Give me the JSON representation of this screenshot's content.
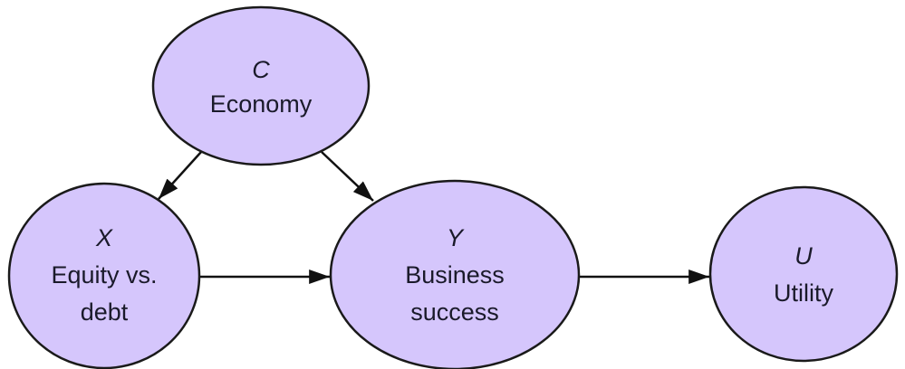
{
  "colors": {
    "node_fill": "#d5c6fc",
    "stroke": "#1a1a1a"
  },
  "nodes": {
    "C": {
      "symbol": "C",
      "lines": [
        "Economy"
      ]
    },
    "X": {
      "symbol": "X",
      "lines": [
        "Equity vs.",
        "debt"
      ]
    },
    "Y": {
      "symbol": "Y",
      "lines": [
        "Business",
        "success"
      ]
    },
    "U": {
      "symbol": "U",
      "lines": [
        "Utility"
      ]
    }
  },
  "edges": [
    {
      "from": "C",
      "to": "X"
    },
    {
      "from": "C",
      "to": "Y"
    },
    {
      "from": "X",
      "to": "Y"
    },
    {
      "from": "Y",
      "to": "U"
    }
  ]
}
